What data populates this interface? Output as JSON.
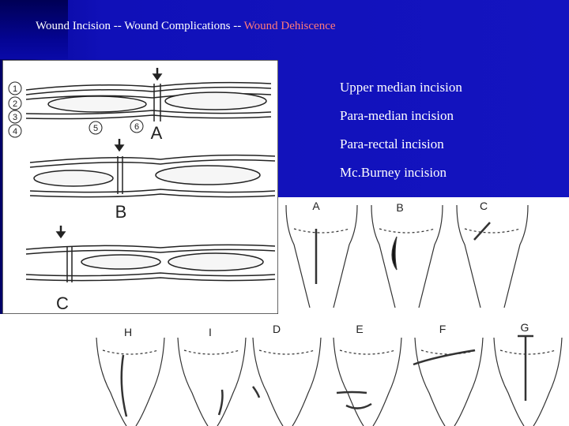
{
  "slide": {
    "title_part1": "Wound Incision -- Wound Complications -- ",
    "title_part2": "Wound Dehiscence",
    "incisions": [
      "Upper median incision",
      "Para-median incision",
      "Para-rectal  incision",
      "Mc.Burney  incision"
    ]
  },
  "diagram_layers": {
    "numbers": [
      "1",
      "2",
      "3",
      "4",
      "5",
      "6"
    ],
    "stages": [
      "A",
      "B",
      "C"
    ]
  },
  "torso_figures": {
    "top_row": [
      "A",
      "B",
      "C"
    ],
    "bottom_row": [
      "H",
      "I",
      "D",
      "E",
      "F",
      "G"
    ]
  },
  "colors": {
    "background": "#1414c0",
    "title_accent": "#ff7a7a",
    "text": "#ffffff"
  }
}
